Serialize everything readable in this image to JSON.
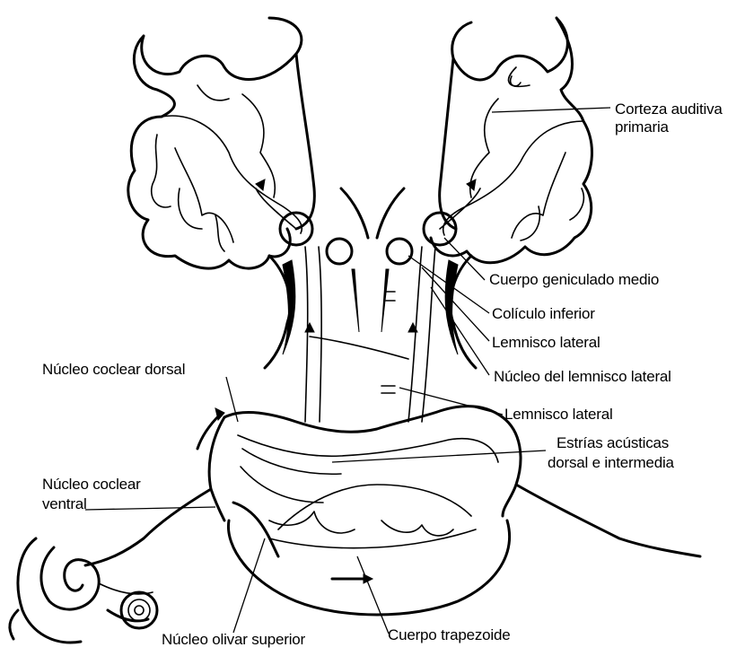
{
  "labels": {
    "corteza_line1": "Corteza auditiva",
    "corteza_line2": "primaria",
    "geniculado": "Cuerpo geniculado medio",
    "coliculo": "Colículo inferior",
    "lemnisco_lateral_upper": "Lemnisco lateral",
    "nucleo_lemnisco": "Núcleo del lemnisco lateral",
    "lemnisco_lateral_lower": "Lemnisco lateral",
    "estrias_line1": "Estrías acústicas",
    "estrias_line2": "dorsal e intermedia",
    "coclear_dorsal": "Núcleo coclear dorsal",
    "coclear_ventral_line1": "Núcleo coclear",
    "coclear_ventral_line2": "ventral",
    "olivar": "Núcleo olivar superior",
    "trapezoide": "Cuerpo trapezoide"
  }
}
